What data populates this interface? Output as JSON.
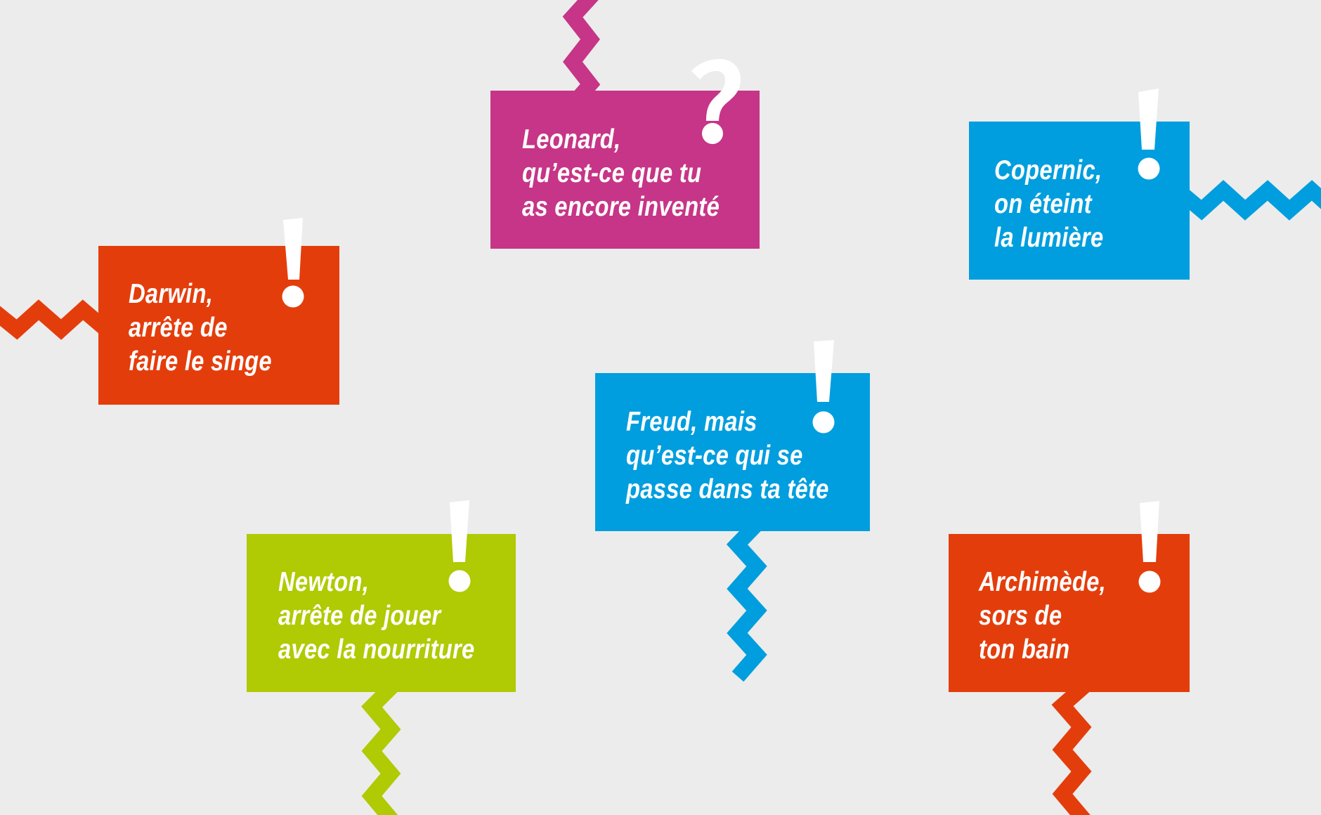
{
  "background_color": "#ececec",
  "colors": {
    "orange": "#e43d0c",
    "magenta": "#c63587",
    "blue": "#009ede",
    "green": "#b0ca04",
    "text": "#ffffff"
  },
  "bubbles": [
    {
      "id": "leonard",
      "color": "magenta",
      "mark": "question-mark",
      "tail_direction": "up",
      "lines": [
        "Leonard,",
        "qu’est-ce que tu",
        "as encore inventé"
      ]
    },
    {
      "id": "copernic",
      "color": "blue",
      "mark": "exclamation-mark",
      "tail_direction": "right",
      "lines": [
        "Copernic,",
        "on éteint",
        "la lumière"
      ]
    },
    {
      "id": "darwin",
      "color": "orange",
      "mark": "exclamation-mark",
      "tail_direction": "left",
      "lines": [
        "Darwin,",
        "arrête de",
        "faire le singe"
      ]
    },
    {
      "id": "freud",
      "color": "blue",
      "mark": "exclamation-mark",
      "tail_direction": "down",
      "lines": [
        "Freud, mais",
        "qu’est-ce qui se",
        "passe dans ta tête"
      ]
    },
    {
      "id": "newton",
      "color": "green",
      "mark": "exclamation-mark",
      "tail_direction": "down",
      "lines": [
        "Newton,",
        "arrête de jouer",
        "avec la nourriture"
      ]
    },
    {
      "id": "archimede",
      "color": "orange",
      "mark": "exclamation-mark",
      "tail_direction": "down",
      "lines": [
        "Archimède,",
        "sors de",
        "ton bain"
      ]
    }
  ]
}
